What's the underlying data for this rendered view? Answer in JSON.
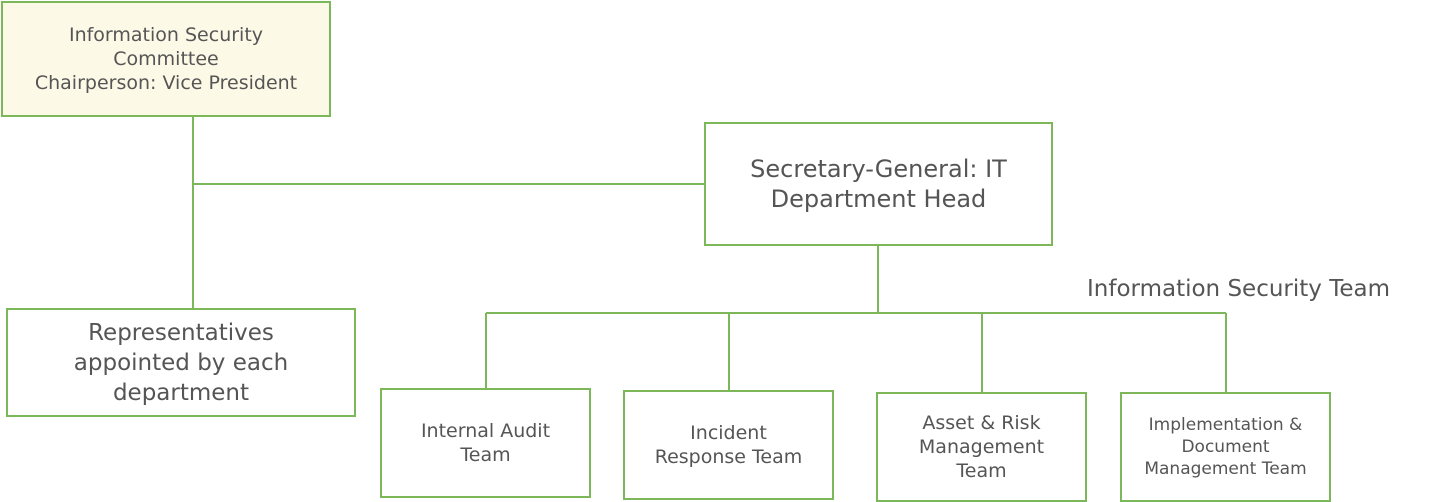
{
  "colors": {
    "line": "#7cb85a",
    "committee_fill": "#fdf9e7",
    "text": "#555555"
  },
  "committee": {
    "text": "Information Security\nCommittee\nChairperson: Vice President"
  },
  "secretary": {
    "text": "Secretary-General: IT\nDepartment Head"
  },
  "representatives": {
    "text": "Representatives\nappointed by each\ndepartment"
  },
  "team_group_label": "Information Security Team",
  "teams": [
    {
      "text": "Internal Audit\nTeam"
    },
    {
      "text": "Incident\nResponse Team"
    },
    {
      "text": "Asset & Risk\nManagement\nTeam"
    },
    {
      "text": "Implementation &\nDocument\nManagement Team"
    }
  ]
}
